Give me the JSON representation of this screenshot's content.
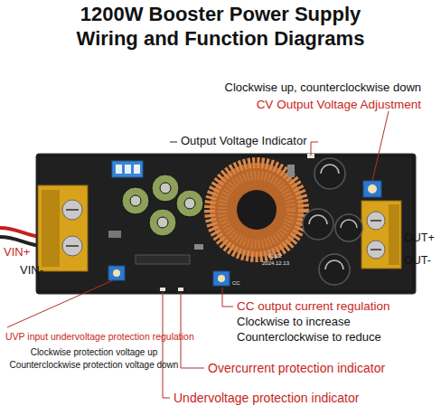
{
  "diagram": {
    "title": "1200W Booster Power Supply Wiring and Function Diagrams",
    "labels": [
      "Clockwise up, counterclockwise down",
      "CV Output Voltage Adjustment",
      "Output Voltage Indicator",
      "VIN+",
      "VIN-",
      "OUT+",
      "OUT-",
      "V1.02",
      "2024.12.13",
      "CC",
      "CC output current regulation",
      "Clockwise to increase",
      "Counterclockwise to reduce",
      "UVP input undervoltage protection regulation",
      "Clockwise protection voltage up",
      "Counterclockwise protection voltage down",
      "Overcurrent protection indicator",
      "Undervoltage protection indicator"
    ]
  }
}
